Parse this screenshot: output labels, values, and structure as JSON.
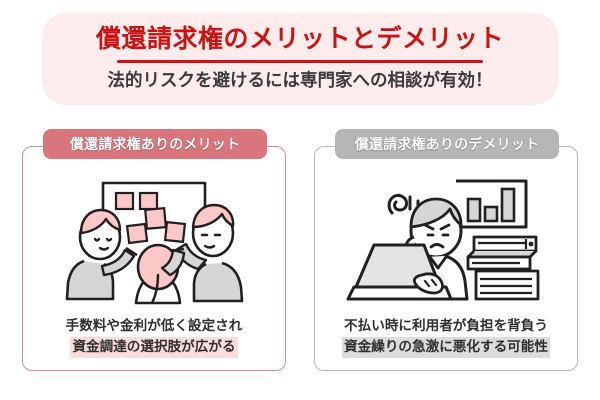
{
  "header": {
    "title": "償還請求権のメリットとデメリット",
    "subtitle": "法的リスクを避けるには専門家への相談が有効！",
    "banner_bg": "#fdecec",
    "title_color": "#cc1212",
    "subtitle_color": "#3a3a3a"
  },
  "cards": [
    {
      "id": "merit",
      "head_label": "償還請求権ありのメリット",
      "head_bg": "#d9767d",
      "border_color": "#dc8a90",
      "highlight_color": "#fbdcdc",
      "illustration": "people-sticky-notes-whiteboard-illustration",
      "caption_line1": "手数料や金利が低く設定され",
      "caption_line2": "資金調達の選択肢が広がる"
    },
    {
      "id": "demerit",
      "head_label": "償還請求権ありのデメリット",
      "head_bg": "#b6b6b6",
      "border_color": "#b9b9b9",
      "highlight_color": "#dcdcdc",
      "illustration": "worried-person-laptop-books-chart-illustration",
      "caption_line1": "不払い時に利用者が負担を背負う",
      "caption_line2": "資金繰りの急激に悪化する可能性"
    }
  ],
  "palette": {
    "page_bg": "#ffffff",
    "illustration_pink": "#fbc7c7",
    "illustration_gray": "#d6d6d6",
    "illustration_line": "#231f20"
  }
}
